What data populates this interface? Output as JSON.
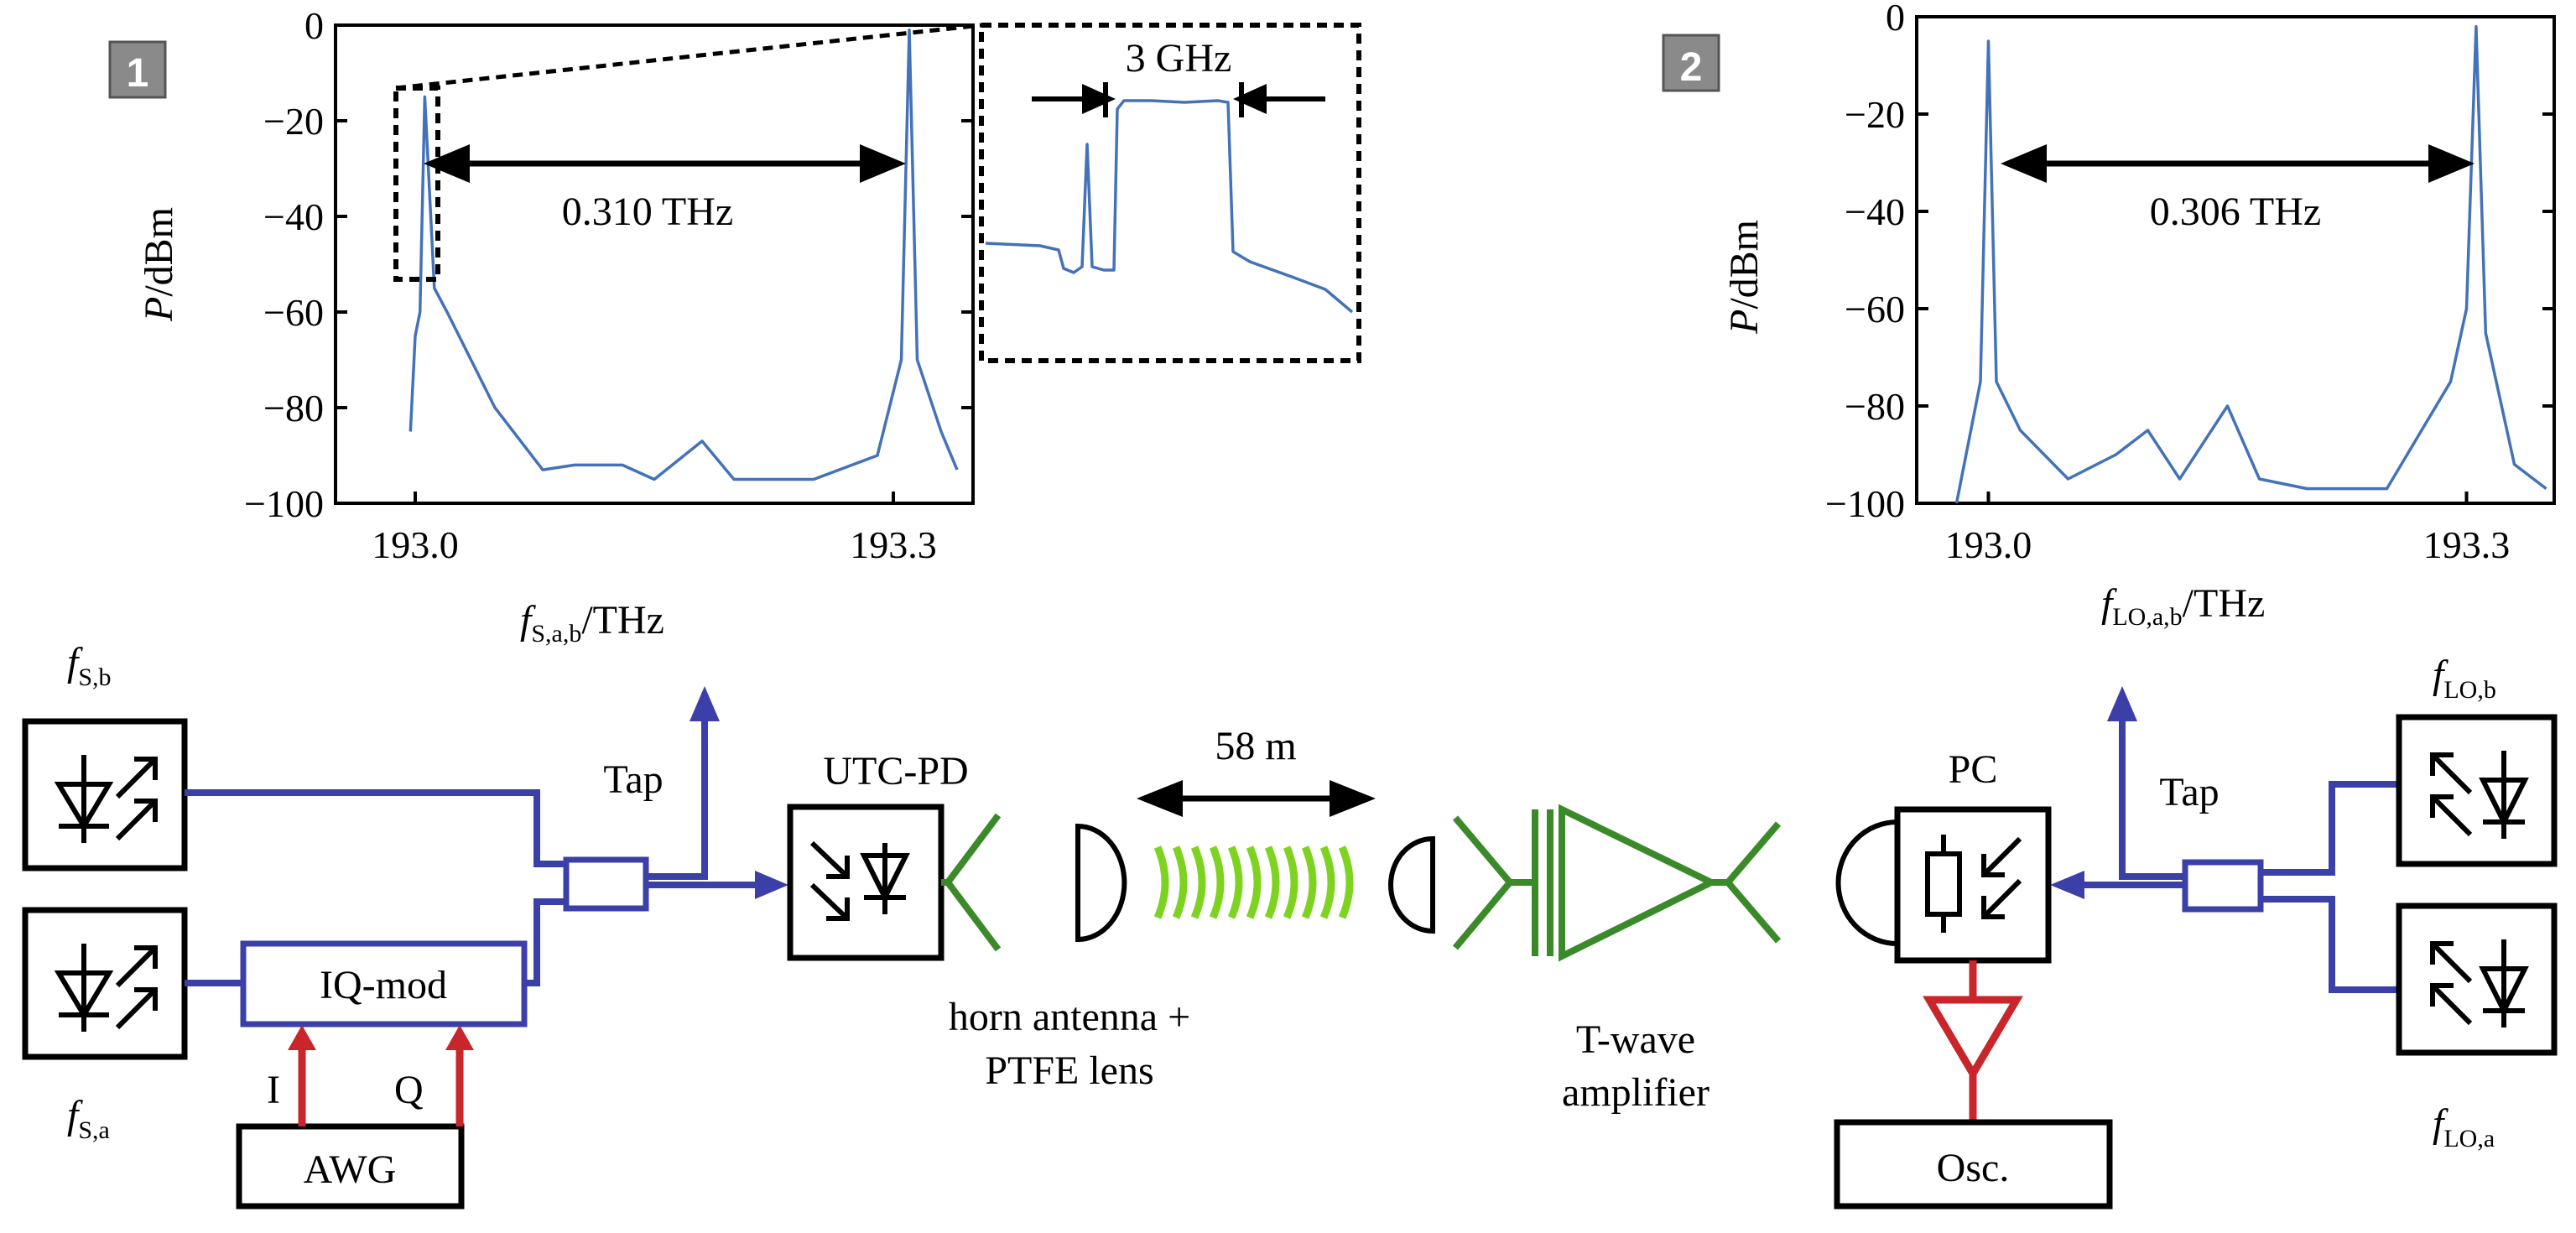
{
  "figure": {
    "panel1": {
      "badge": "1",
      "ylabel_italic": "P",
      "ylabel_rest": "/dBm",
      "yticks": [
        "0",
        "−20",
        "−40",
        "−60",
        "−80",
        "−100"
      ],
      "xticks": [
        "193.0",
        "193.3"
      ],
      "xlabel_main": "f",
      "xlabel_sub": "S,a,b",
      "xlabel_unit": "/THz",
      "spacing_label": "0.310 THz",
      "inset_label": "3 GHz"
    },
    "panel2": {
      "badge": "2",
      "ylabel_italic": "P",
      "ylabel_rest": "/dBm",
      "yticks": [
        "0",
        "−20",
        "−40",
        "−60",
        "−80",
        "−100"
      ],
      "xticks": [
        "193.0",
        "193.3"
      ],
      "xlabel_main": "f",
      "xlabel_sub": "LO,a,b",
      "xlabel_unit": "/THz",
      "spacing_label": "0.306 THz"
    },
    "labels": {
      "fsb_main": "f",
      "fsb_sub": "S,b",
      "fsa_main": "f",
      "fsa_sub": "S,a",
      "flob_main": "f",
      "flob_sub": "LO,b",
      "floa_main": "f",
      "floa_sub": "LO,a",
      "iq_mod": "IQ-mod",
      "i": "I",
      "q": "Q",
      "awg": "AWG",
      "tap_left": "Tap",
      "tap_right": "Tap",
      "utc_pd": "UTC-PD",
      "distance": "58 m",
      "horn_line1": "horn antenna +",
      "horn_line2": "PTFE lens",
      "amp_line1": "T-wave",
      "amp_line2": "amplifier",
      "pc": "PC",
      "osc": "Osc."
    },
    "colors": {
      "optical": "#3b3fa8",
      "electrical": "#c8262a",
      "thz": "#3b8a2a",
      "spectrum": "#4472b8",
      "badge": "#8a8a8a"
    }
  },
  "chart_data": [
    {
      "type": "line",
      "ylim": [
        -100,
        0
      ],
      "ytick_values": [
        0,
        -20,
        -40,
        -60,
        -80,
        -100
      ],
      "xtick_values": [
        193.0,
        193.3
      ],
      "series": [
        {
          "x": [
            192.997,
            193.0,
            193.003,
            193.006,
            193.012,
            193.02,
            193.05,
            193.08,
            193.1,
            193.13,
            193.15,
            193.18,
            193.2,
            193.25,
            193.29,
            193.305,
            193.31,
            193.315,
            193.33,
            193.34
          ],
          "y": [
            -85,
            -65,
            -60,
            -15,
            -55,
            -60,
            -80,
            -93,
            -92,
            -92,
            -95,
            -87,
            -95,
            -95,
            -90,
            -70,
            -1,
            -70,
            -85,
            -93
          ]
        }
      ]
    },
    {
      "type": "line",
      "ylim": [
        -100,
        0
      ],
      "ytick_values": [
        0,
        -20,
        -40,
        -60,
        -80,
        -100
      ],
      "xtick_values": [
        193.0,
        193.3
      ],
      "series": [
        {
          "x": [
            192.98,
            192.995,
            193.0,
            193.005,
            193.02,
            193.05,
            193.08,
            193.1,
            193.12,
            193.15,
            193.17,
            193.2,
            193.25,
            193.29,
            193.3,
            193.306,
            193.312,
            193.33,
            193.35
          ],
          "y": [
            -100,
            -75,
            -5,
            -75,
            -85,
            -95,
            -90,
            -85,
            -95,
            -80,
            -95,
            -97,
            -97,
            -75,
            -60,
            -2,
            -65,
            -92,
            -97
          ]
        }
      ]
    }
  ]
}
